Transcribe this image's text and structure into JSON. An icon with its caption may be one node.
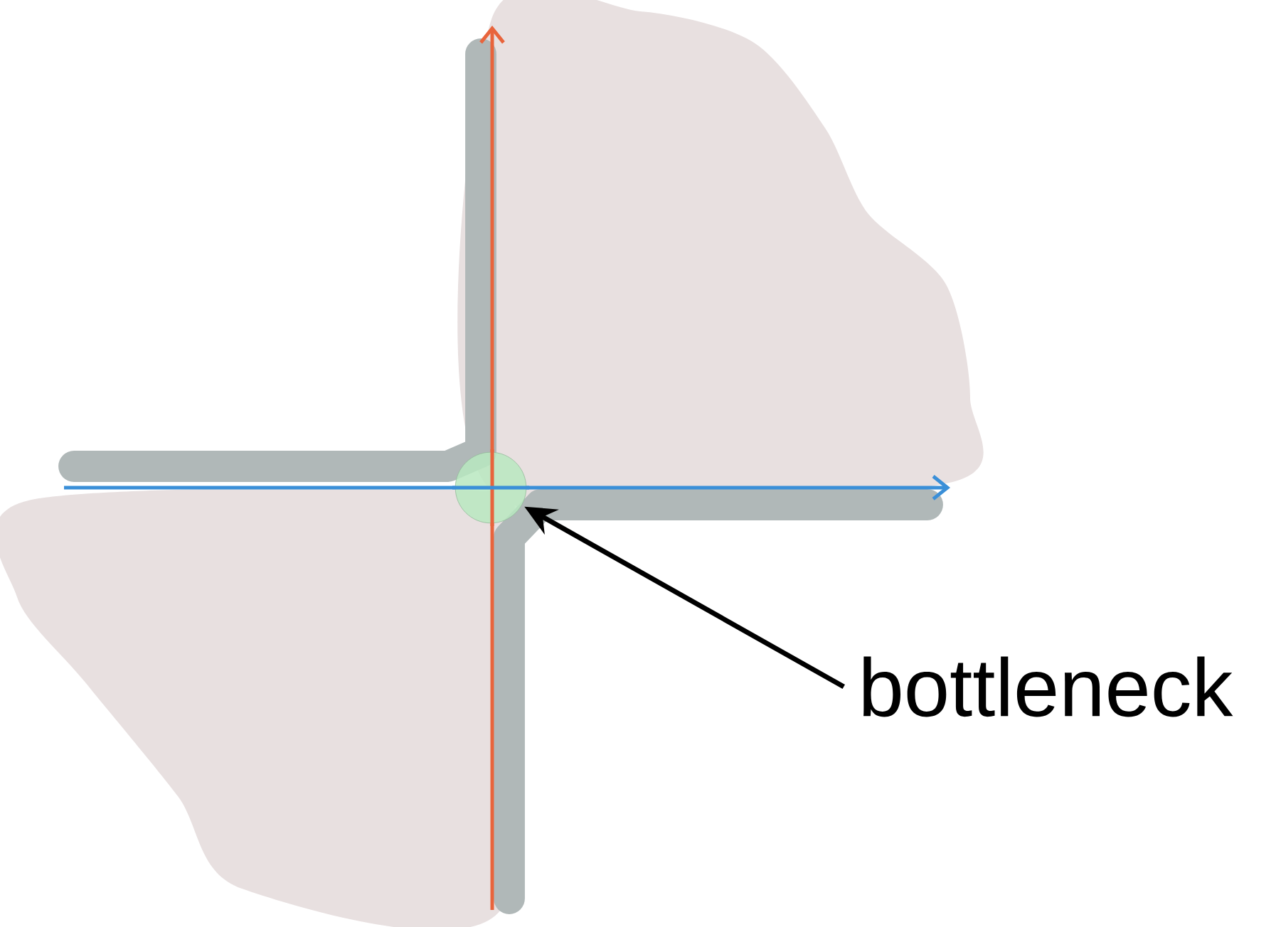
{
  "diagram": {
    "nodes": [
      {
        "text": [
          "bottleneck"
        ]
      },
      {
        "text": [],
        "shape": "circle"
      }
    ],
    "edges": [
      {
        "from": 0,
        "to": 1,
        "arrow": "to"
      }
    ]
  }
}
